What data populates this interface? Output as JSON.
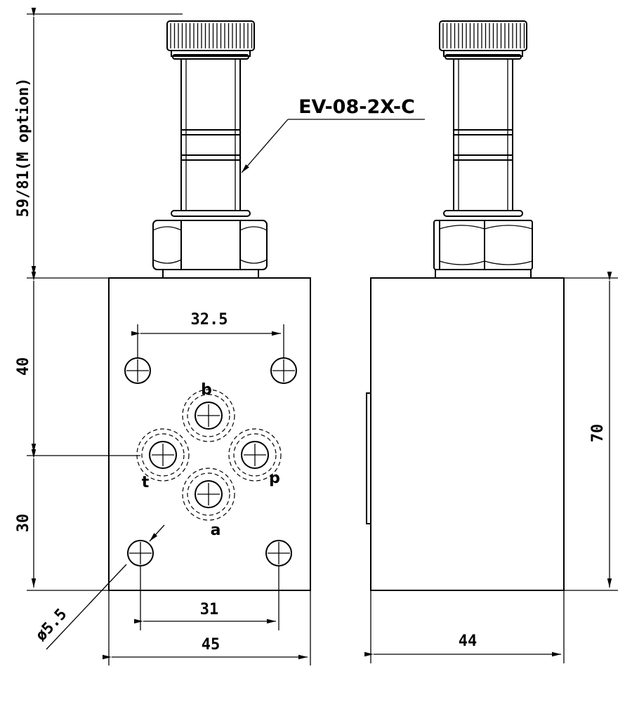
{
  "drawing": {
    "part_label": "EV-08-2X-C",
    "ports": {
      "b": "b",
      "t": "t",
      "p": "p",
      "a": "a"
    },
    "dimensions": {
      "solenoid_height": "59/81(M option)",
      "upper_height": "40",
      "lower_height": "30",
      "body_height": "70",
      "hole_spacing_top": "32.5",
      "hole_spacing_bottom": "31",
      "hole_diameter": "ø5.5",
      "body_width": "45",
      "body_depth": "44"
    }
  }
}
